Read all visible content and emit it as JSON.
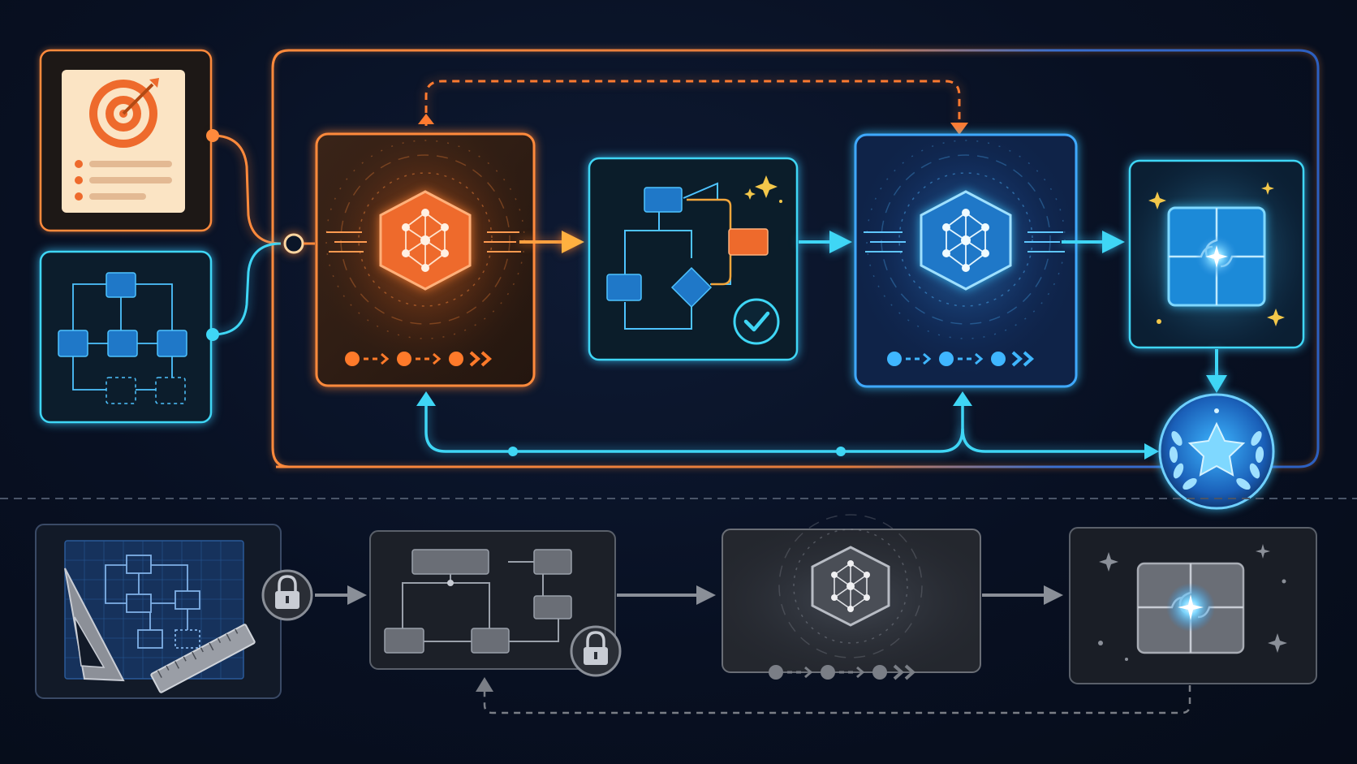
{
  "colors": {
    "background": "#081022",
    "orange": "#ff8a3c",
    "orange_dark": "#e85f1e",
    "cyan": "#3fd6f5",
    "blue": "#2a8fe0",
    "gray": "#8a8f98",
    "gray_dark": "#3a3e46",
    "gold": "#f3c74a"
  },
  "top_row": {
    "inputs": [
      {
        "id": "goal-document",
        "icon": "target-icon"
      },
      {
        "id": "workflow-diagram",
        "icon": "flowchart-icon"
      }
    ],
    "stages": [
      {
        "id": "orange-ai-core",
        "icon": "neural-network-hexagon-icon",
        "progress_dots": 3
      },
      {
        "id": "flowchart-verified",
        "icon": "flowchart-check-icon"
      },
      {
        "id": "blue-ai-core",
        "icon": "neural-network-hexagon-icon",
        "progress_dots": 3
      },
      {
        "id": "puzzle-solution",
        "icon": "puzzle-icon"
      }
    ],
    "outcome": {
      "id": "star-award",
      "icon": "star-laurel-badge-icon"
    }
  },
  "bottom_row": {
    "stages": [
      {
        "id": "blueprint-design",
        "icon": "blueprint-ruler-icon",
        "locked": true
      },
      {
        "id": "flowchart-gray",
        "icon": "flowchart-icon",
        "locked": true
      },
      {
        "id": "gray-ai-core",
        "icon": "neural-network-hexagon-icon",
        "progress_dots": 3
      },
      {
        "id": "puzzle-gray",
        "icon": "puzzle-icon"
      }
    ]
  }
}
